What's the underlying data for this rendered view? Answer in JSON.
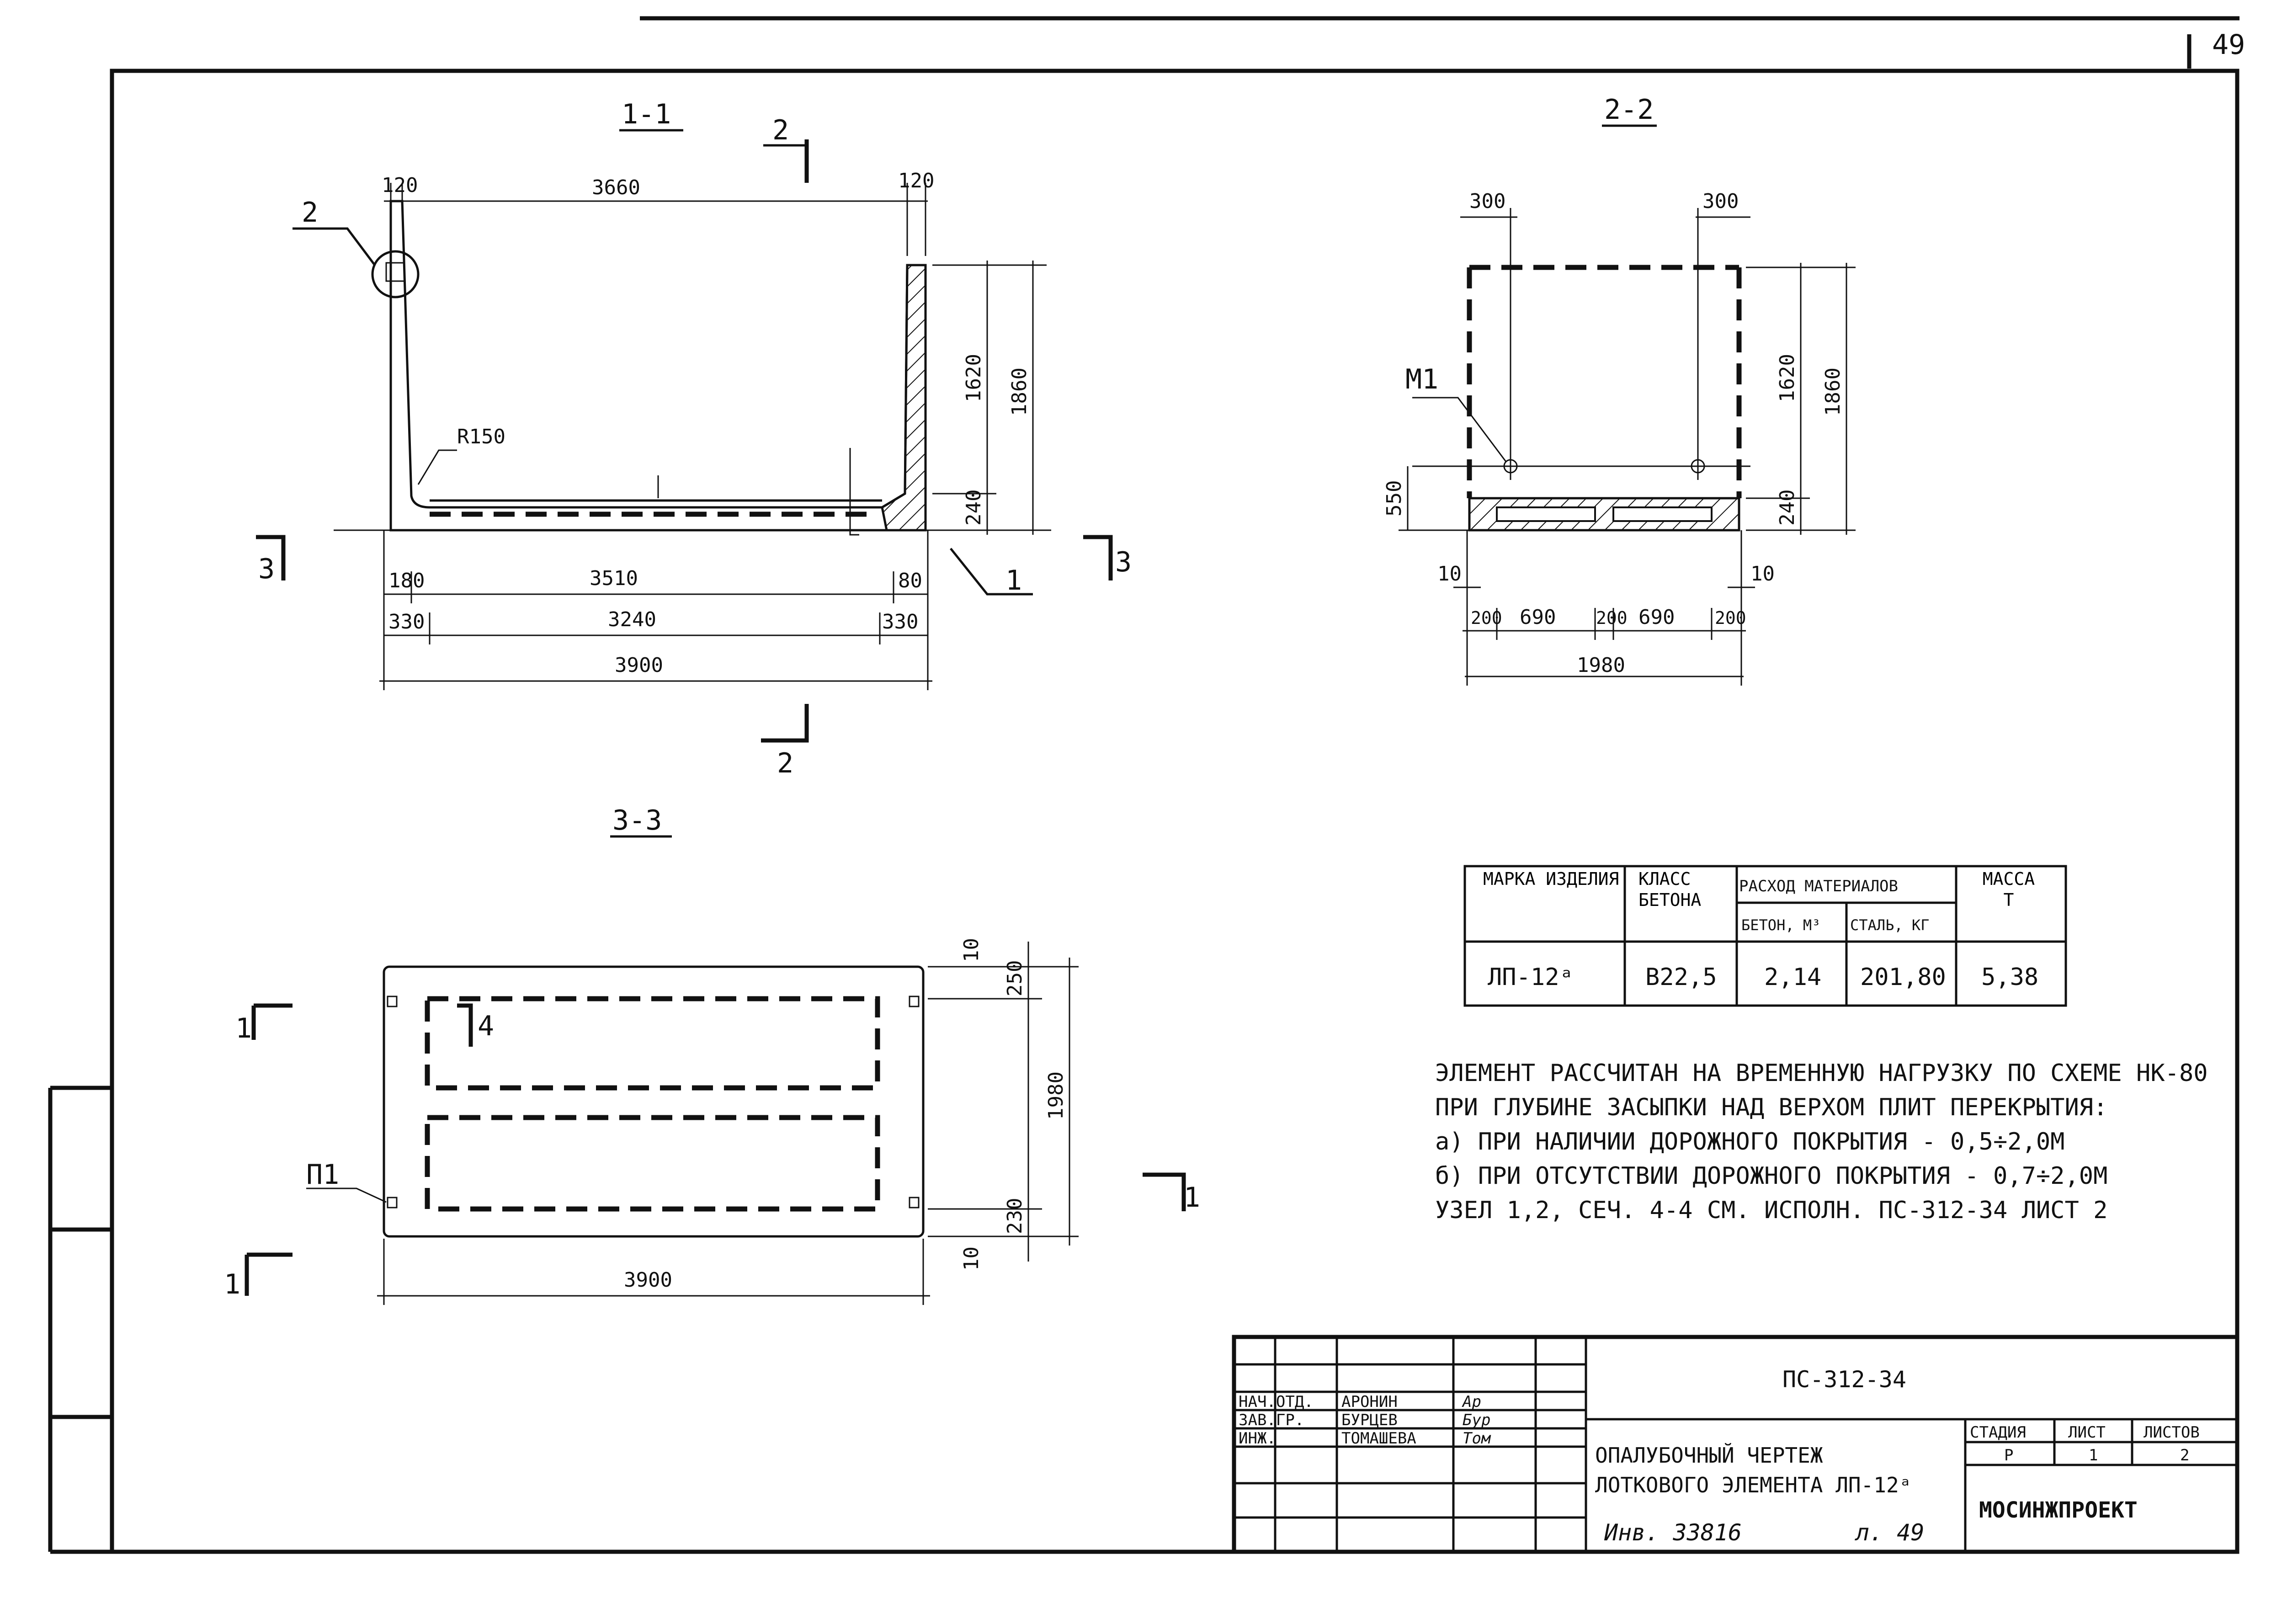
{
  "sheet_number": "49",
  "sections": {
    "s1": {
      "title": "1-1",
      "cut_mark_top": "2",
      "cut_mark_bottom": "2",
      "side_mark_left": "3",
      "side_mark_right": "3",
      "callout_node": "2",
      "callout_part": "1",
      "radius": "R150",
      "dims": {
        "top_left": "120",
        "top_mid": "3660",
        "top_right": "120",
        "h_1620": "1620",
        "h_1860": "1860",
        "h_240": "240",
        "bot_left_small": "180",
        "bot_mid": "3510",
        "bot_right_small": "80",
        "b2_left": "330",
        "b2_mid": "3240",
        "b2_right": "330",
        "overall": "3900"
      }
    },
    "s2": {
      "title": "2-2",
      "mark_m1": "M1",
      "dims": {
        "top_left": "300",
        "top_right": "300",
        "h_1620": "1620",
        "h_1860": "1860",
        "h_240": "240",
        "h_550": "550",
        "side_left": "10",
        "side_right": "10",
        "b_200a": "200",
        "b_690a": "690",
        "b_200b": "200",
        "b_690b": "690",
        "b_200c": "200",
        "overall": "1980"
      }
    },
    "s3": {
      "title": "3-3",
      "mark_4": "4",
      "mark_p1": "П1",
      "cut_left_top": "1",
      "cut_left_bottom": "1",
      "cut_right": "1",
      "dims": {
        "r_10a": "10",
        "r_250": "250",
        "r_1980": "1980",
        "r_230": "230",
        "r_10b": "10",
        "overall": "3900"
      }
    }
  },
  "spec_table": {
    "headers": {
      "mark": "МАРКА ИЗДЕЛИЯ",
      "class": "КЛАСС БЕТОНА",
      "consumption": "РАСХОД МАТЕРИАЛОВ",
      "mass": "МАССА Т",
      "concrete": "БЕТОН, М³",
      "steel": "СТАЛЬ, КГ"
    },
    "row": {
      "mark": "ЛП-12ᵃ",
      "class": "В22,5",
      "concrete": "2,14",
      "steel": "201,80",
      "mass": "5,38"
    }
  },
  "notes": [
    "ЭЛЕМЕНТ РАССЧИТАН НА ВРЕМЕННУЮ НАГРУЗКУ ПО СХЕМЕ НК-80",
    "ПРИ ГЛУБИНЕ ЗАСЫПКИ НАД ВЕРХОМ ПЛИТ ПЕРЕКРЫТИЯ:",
    "а) ПРИ НАЛИЧИИ ДОРОЖНОГО ПОКРЫТИЯ - 0,5÷2,0М",
    "б) ПРИ ОТСУТСТВИИ ДОРОЖНОГО ПОКРЫТИЯ - 0,7÷2,0М",
    "УЗЕЛ 1,2, СЕЧ. 4-4 СМ. ИСПОЛН. ПС-312-34 ЛИСТ 2"
  ],
  "title_block": {
    "doc_code": "ПС-312-34",
    "roles": [
      {
        "role": "НАЧ.ОТД.",
        "name": "АРОНИН",
        "sign": "Ар"
      },
      {
        "role": "ЗАВ.ГР.",
        "name": "БУРЦЕВ",
        "sign": "Бур"
      },
      {
        "role": "ИНЖ.",
        "name": "ТОМАШЕВА",
        "sign": "Том"
      }
    ],
    "title_line1": "ОПАЛУБОЧНЫЙ ЧЕРТЕЖ",
    "title_line2": "ЛОТКОВОГО ЭЛЕМЕНТА ЛП-12ᵃ",
    "stage_label": "СТАДИЯ",
    "sheet_label": "ЛИСТ",
    "sheets_label": "ЛИСТОВ",
    "stage_value": "Р",
    "sheet_value": "1",
    "sheets_value": "2",
    "org": "МОСИНЖПРОЕКТ",
    "inventory": "Инв. 33816",
    "page_ref": "л. 49"
  }
}
